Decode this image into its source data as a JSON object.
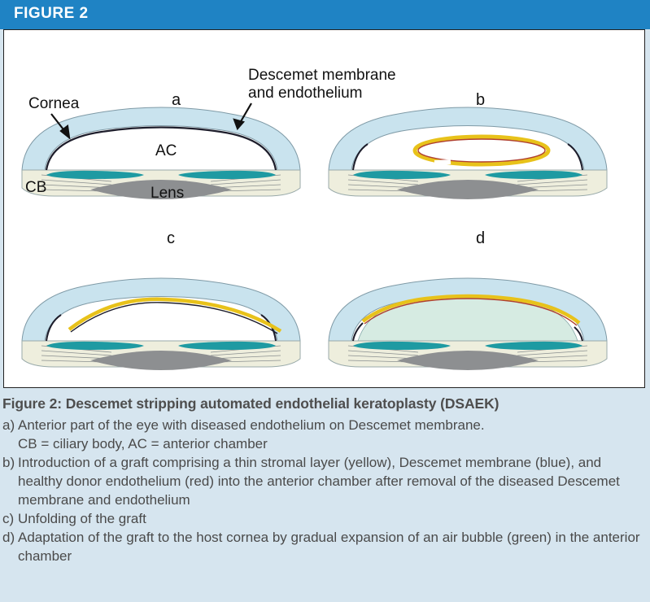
{
  "header": {
    "title": "FIGURE 2"
  },
  "diagram": {
    "panels": [
      "a",
      "b",
      "c",
      "d"
    ],
    "labels": {
      "cornea": "Cornea",
      "descemet_line1": "Descemet membrane",
      "descemet_line2": "and endothelium",
      "ac": "AC",
      "cb": "CB",
      "lens": "Lens"
    }
  },
  "caption": {
    "title": "Figure 2: Descemet stripping automated endothelial keratoplasty (DSAEK)",
    "items": [
      {
        "label": "a)",
        "text": "Anterior part of the eye with diseased endothelium on Descemet membrane.",
        "cont": "CB = ciliary body, AC = anterior chamber"
      },
      {
        "label": "b)",
        "text": "Introduction of a graft comprising a thin stromal layer (yellow), Descemet membrane (blue), and healthy donor endothelium (red) into the anterior chamber after removal of the diseased Descemet membrane and endothelium"
      },
      {
        "label": "c)",
        "text": "Unfolding of the graft"
      },
      {
        "label": "d)",
        "text": "Adaptation of the graft to the host cornea by gradual expansion of an air bubble (green) in the anterior chamber"
      }
    ]
  },
  "colors": {
    "header_bg": "#1f83c4",
    "cornea": "#c9e3ee",
    "iris": "#1e9aa2",
    "lens": "#8d8f91",
    "ciliary_body": "#eeeedd",
    "graft_yellow": "#e8c21a",
    "endothelium_red": "#b0402f",
    "air_bubble": "#d6ebe2"
  }
}
